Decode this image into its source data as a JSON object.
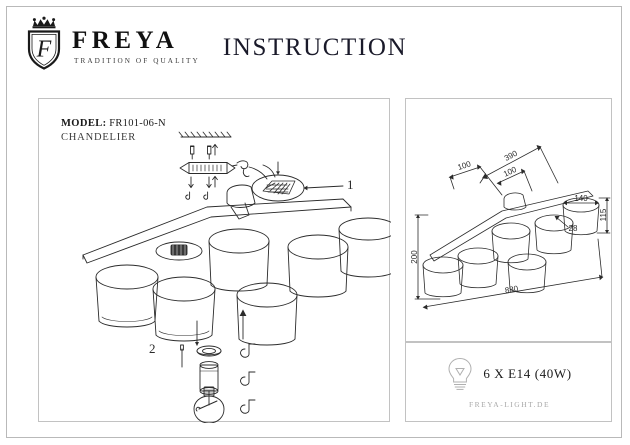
{
  "header": {
    "brand_name": "FREYA",
    "brand_tagline": "TRADITION OF QUALITY",
    "logo_letter": "F",
    "title": "INSTRUCTION"
  },
  "main_panel": {
    "model_key": "MODEL:",
    "model_value": "FR101-06-N",
    "product_type": "CHANDELIER",
    "callouts": [
      {
        "number": "1",
        "target": "terminal-block"
      },
      {
        "number": "2",
        "target": "bulb-socket-assembly"
      }
    ]
  },
  "dimensions_panel": {
    "labels": {
      "overall_width": "880",
      "overall_height": "200",
      "arm_span": "390",
      "arm_segment_left": "100",
      "arm_segment_right": "100",
      "shade_diameter": "140",
      "shade_height": "115",
      "shade_inner": "28"
    },
    "units": "mm"
  },
  "lamp_panel": {
    "spec": "6 X E14 (40W)",
    "bulb_icon": "light-bulb-icon",
    "website": "FREYA-LIGHT.DE"
  },
  "colors": {
    "line": "#2b2b2b",
    "border": "#c2c2c2",
    "muted": "#a8a8a8",
    "page_bg": "#ffffff"
  }
}
